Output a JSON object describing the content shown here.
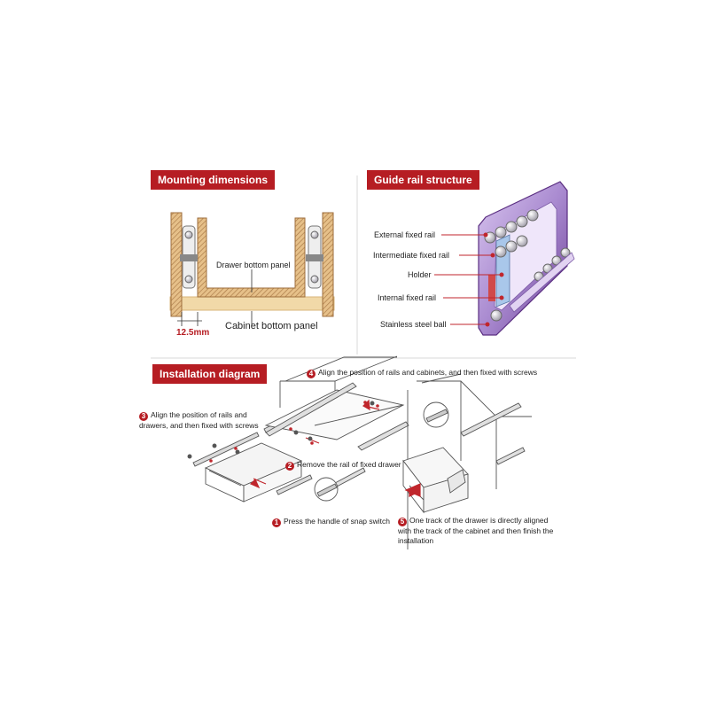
{
  "sections": {
    "mounting": {
      "title": "Mounting dimensions"
    },
    "guide_rail": {
      "title": "Guide rail structure"
    },
    "installation": {
      "title": "Installation diagram"
    }
  },
  "mounting_labels": {
    "drawer_bottom_panel": "Drawer bottom panel",
    "cabinet_bottom_panel": "Cabinet bottom panel",
    "gap_dimension": "12.5mm"
  },
  "rail_parts": [
    {
      "label": "External fixed rail"
    },
    {
      "label": "Intermediate fixed rail"
    },
    {
      "label": "Holder"
    },
    {
      "label": "Internal fixed rail"
    },
    {
      "label": "Stainless steel ball"
    }
  ],
  "steps": {
    "s1": {
      "num": "1",
      "text": "Press the handle of snap switch"
    },
    "s2": {
      "num": "2",
      "text": "Remove the rail of fixed drawer"
    },
    "s3": {
      "num": "3",
      "text": "Align the position of rails and drawers, and then  fixed with screws"
    },
    "s4": {
      "num": "4",
      "text": "Align the position of rails and cabinets, and then  fixed with screws"
    },
    "s5": {
      "num": "5",
      "text": "One track of the drawer is directly aligned with the track of the cabinet and then finish the installation"
    }
  },
  "colors": {
    "brand_red": "#b61d23",
    "wood": "#e9c99a",
    "rail_purple": "#8a5fb0"
  }
}
